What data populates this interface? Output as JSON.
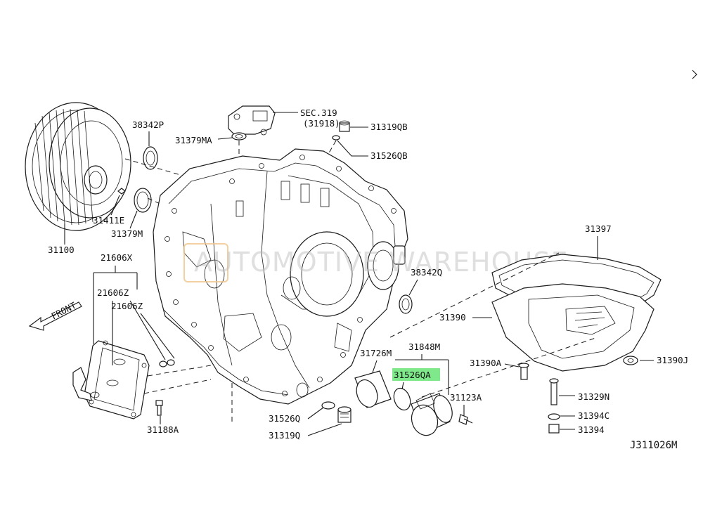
{
  "diagram_code": "J311026M",
  "watermark": "AUTOMOTIVE WAREHOUSE",
  "front_label": "FRONT",
  "highlight_color": "#7ee88a",
  "labels": {
    "p31100": "31100",
    "p38342P": "38342P",
    "p31411E": "31411E",
    "p31379M": "31379M",
    "p31379MA": "31379MA",
    "sec": "SEC.319",
    "sec_sub": "(31918)",
    "p31319QB": "31319QB",
    "p31526QB": "31526QB",
    "p21606X": "21606X",
    "p21606Z_a": "21606Z",
    "p21606Z_b": "21606Z",
    "p38342Q": "38342Q",
    "p31397": "31397",
    "p31390": "31390",
    "p31848M": "31848M",
    "p31726M": "31726M",
    "p31526QA": "31526QA",
    "p31390A": "31390A",
    "p31390J": "31390J",
    "p31123A": "31123A",
    "p31329N": "31329N",
    "p31394C": "31394C",
    "p31394": "31394",
    "p31526Q": "31526Q",
    "p31319Q": "31319Q",
    "p31188A": "31188A"
  }
}
